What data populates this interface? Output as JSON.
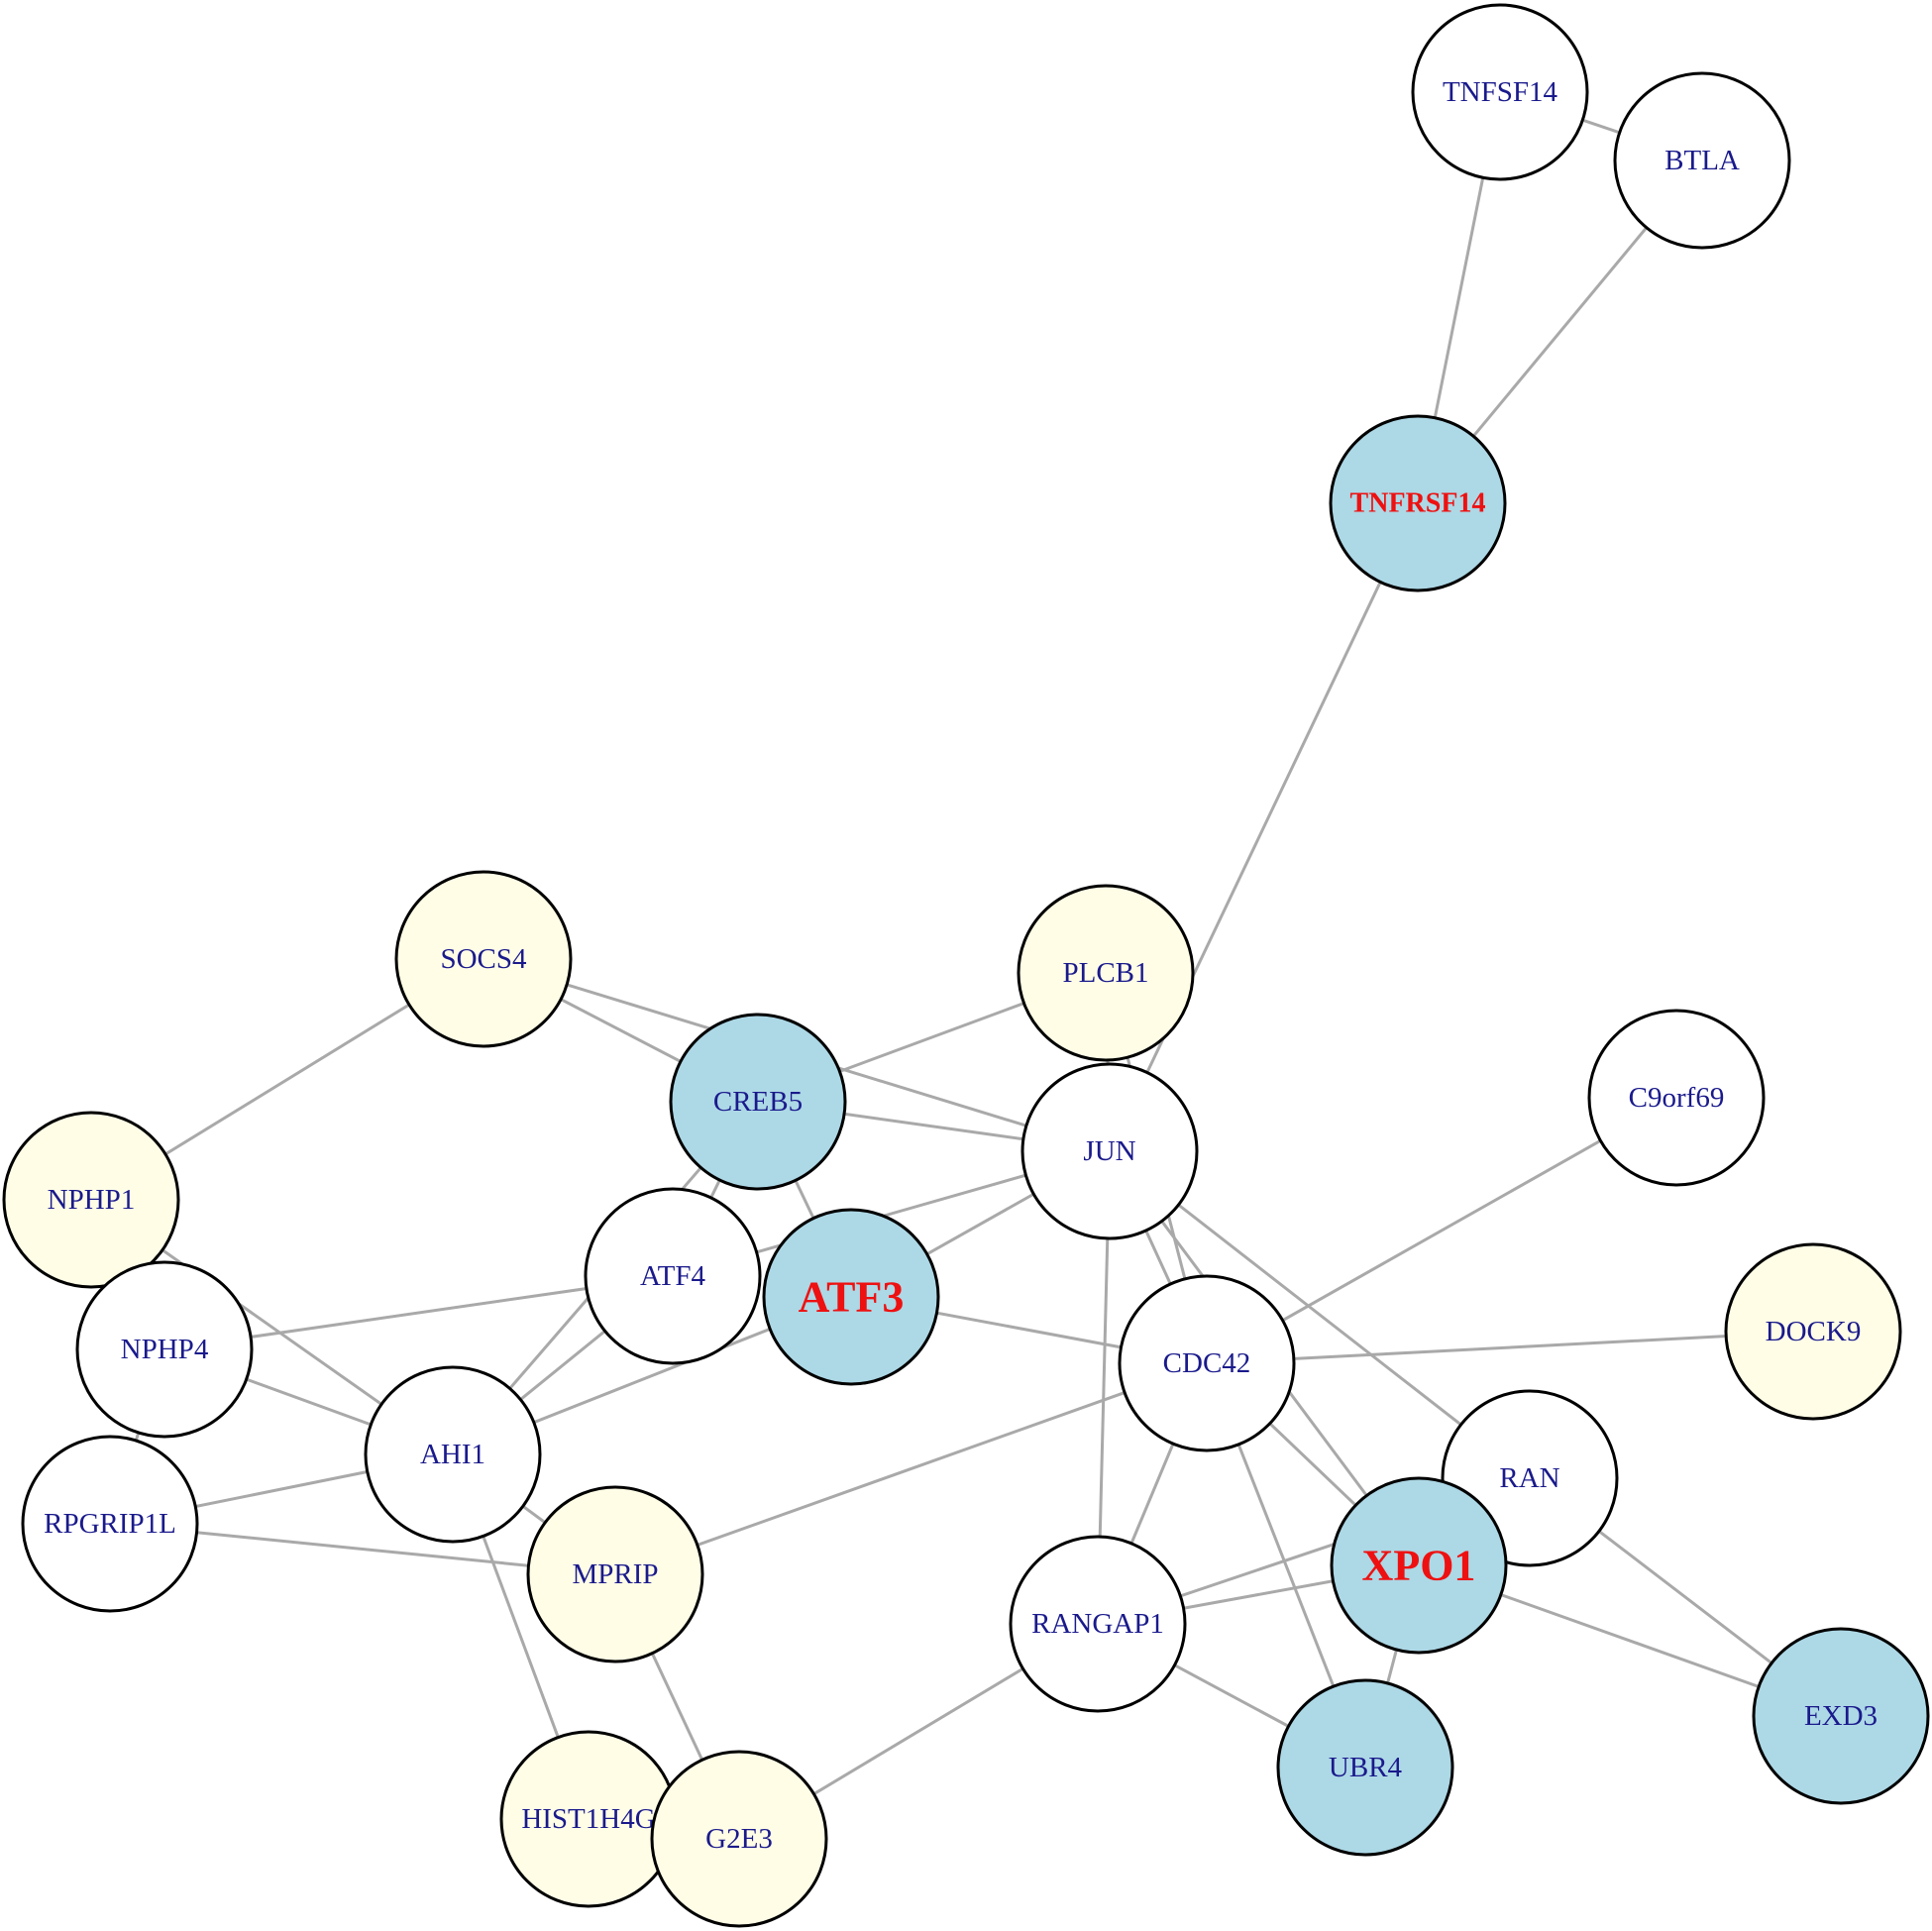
{
  "colors": {
    "edge": "#a9a9a9",
    "stroke": "#000000",
    "label_default": "#1a1a8c",
    "label_highlight": "#ee1111",
    "fill_white": "#ffffff",
    "fill_blue": "#add8e6",
    "fill_yellow": "#fffde6"
  },
  "nodes": [
    {
      "id": "TNFSF14",
      "label": "TNFSF14",
      "fill": "white",
      "highlight": false
    },
    {
      "id": "BTLA",
      "label": "BTLA",
      "fill": "white",
      "highlight": false
    },
    {
      "id": "TNFRSF14",
      "label": "TNFRSF14",
      "fill": "blue",
      "highlight": true
    },
    {
      "id": "SOCS4",
      "label": "SOCS4",
      "fill": "yellow",
      "highlight": false
    },
    {
      "id": "PLCB1",
      "label": "PLCB1",
      "fill": "yellow",
      "highlight": false
    },
    {
      "id": "CREB5",
      "label": "CREB5",
      "fill": "blue",
      "highlight": false
    },
    {
      "id": "C9orf69",
      "label": "C9orf69",
      "fill": "white",
      "highlight": false
    },
    {
      "id": "JUN",
      "label": "JUN",
      "fill": "white",
      "highlight": false
    },
    {
      "id": "NPHP1",
      "label": "NPHP1",
      "fill": "yellow",
      "highlight": false
    },
    {
      "id": "ATF4",
      "label": "ATF4",
      "fill": "white",
      "highlight": false
    },
    {
      "id": "ATF3",
      "label": "ATF3",
      "fill": "blue",
      "highlight": true
    },
    {
      "id": "DOCK9",
      "label": "DOCK9",
      "fill": "yellow",
      "highlight": false
    },
    {
      "id": "NPHP4",
      "label": "NPHP4",
      "fill": "white",
      "highlight": false
    },
    {
      "id": "CDC42",
      "label": "CDC42",
      "fill": "white",
      "highlight": false
    },
    {
      "id": "AHI1",
      "label": "AHI1",
      "fill": "white",
      "highlight": false
    },
    {
      "id": "RAN",
      "label": "RAN",
      "fill": "white",
      "highlight": false
    },
    {
      "id": "RPGRIP1L",
      "label": "RPGRIP1L",
      "fill": "white",
      "highlight": false
    },
    {
      "id": "MPRIP",
      "label": "MPRIP",
      "fill": "yellow",
      "highlight": false
    },
    {
      "id": "XPO1",
      "label": "XPO1",
      "fill": "blue",
      "highlight": true
    },
    {
      "id": "RANGAP1",
      "label": "RANGAP1",
      "fill": "white",
      "highlight": false
    },
    {
      "id": "EXD3",
      "label": "EXD3",
      "fill": "blue",
      "highlight": false
    },
    {
      "id": "UBR4",
      "label": "UBR4",
      "fill": "blue",
      "highlight": false
    },
    {
      "id": "HIST1H4G",
      "label": "HIST1H4G",
      "fill": "yellow",
      "highlight": false
    },
    {
      "id": "G2E3",
      "label": "G2E3",
      "fill": "yellow",
      "highlight": false
    }
  ],
  "edges": [
    [
      "TNFSF14",
      "BTLA"
    ],
    [
      "TNFSF14",
      "TNFRSF14"
    ],
    [
      "BTLA",
      "TNFRSF14"
    ],
    [
      "TNFRSF14",
      "JUN"
    ],
    [
      "SOCS4",
      "NPHP1"
    ],
    [
      "SOCS4",
      "CREB5"
    ],
    [
      "SOCS4",
      "JUN"
    ],
    [
      "PLCB1",
      "CREB5"
    ],
    [
      "PLCB1",
      "JUN"
    ],
    [
      "PLCB1",
      "CDC42"
    ],
    [
      "CREB5",
      "JUN"
    ],
    [
      "CREB5",
      "ATF4"
    ],
    [
      "CREB5",
      "AHI1"
    ],
    [
      "CREB5",
      "ATF3"
    ],
    [
      "C9orf69",
      "CDC42"
    ],
    [
      "JUN",
      "ATF4"
    ],
    [
      "JUN",
      "ATF3"
    ],
    [
      "JUN",
      "CDC42"
    ],
    [
      "JUN",
      "RAN"
    ],
    [
      "JUN",
      "RANGAP1"
    ],
    [
      "JUN",
      "XPO1"
    ],
    [
      "NPHP1",
      "NPHP4"
    ],
    [
      "NPHP1",
      "AHI1"
    ],
    [
      "ATF4",
      "NPHP4"
    ],
    [
      "ATF4",
      "AHI1"
    ],
    [
      "ATF3",
      "AHI1"
    ],
    [
      "ATF3",
      "CDC42"
    ],
    [
      "DOCK9",
      "CDC42"
    ],
    [
      "NPHP4",
      "AHI1"
    ],
    [
      "NPHP4",
      "RPGRIP1L"
    ],
    [
      "CDC42",
      "MPRIP"
    ],
    [
      "CDC42",
      "RANGAP1"
    ],
    [
      "CDC42",
      "XPO1"
    ],
    [
      "CDC42",
      "UBR4"
    ],
    [
      "AHI1",
      "RPGRIP1L"
    ],
    [
      "AHI1",
      "MPRIP"
    ],
    [
      "AHI1",
      "HIST1H4G"
    ],
    [
      "RAN",
      "XPO1"
    ],
    [
      "RAN",
      "EXD3"
    ],
    [
      "RAN",
      "RANGAP1"
    ],
    [
      "RPGRIP1L",
      "MPRIP"
    ],
    [
      "MPRIP",
      "G2E3"
    ],
    [
      "XPO1",
      "RANGAP1"
    ],
    [
      "XPO1",
      "EXD3"
    ],
    [
      "XPO1",
      "UBR4"
    ],
    [
      "RANGAP1",
      "UBR4"
    ],
    [
      "RANGAP1",
      "G2E3"
    ],
    [
      "HIST1H4G",
      "G2E3"
    ]
  ]
}
